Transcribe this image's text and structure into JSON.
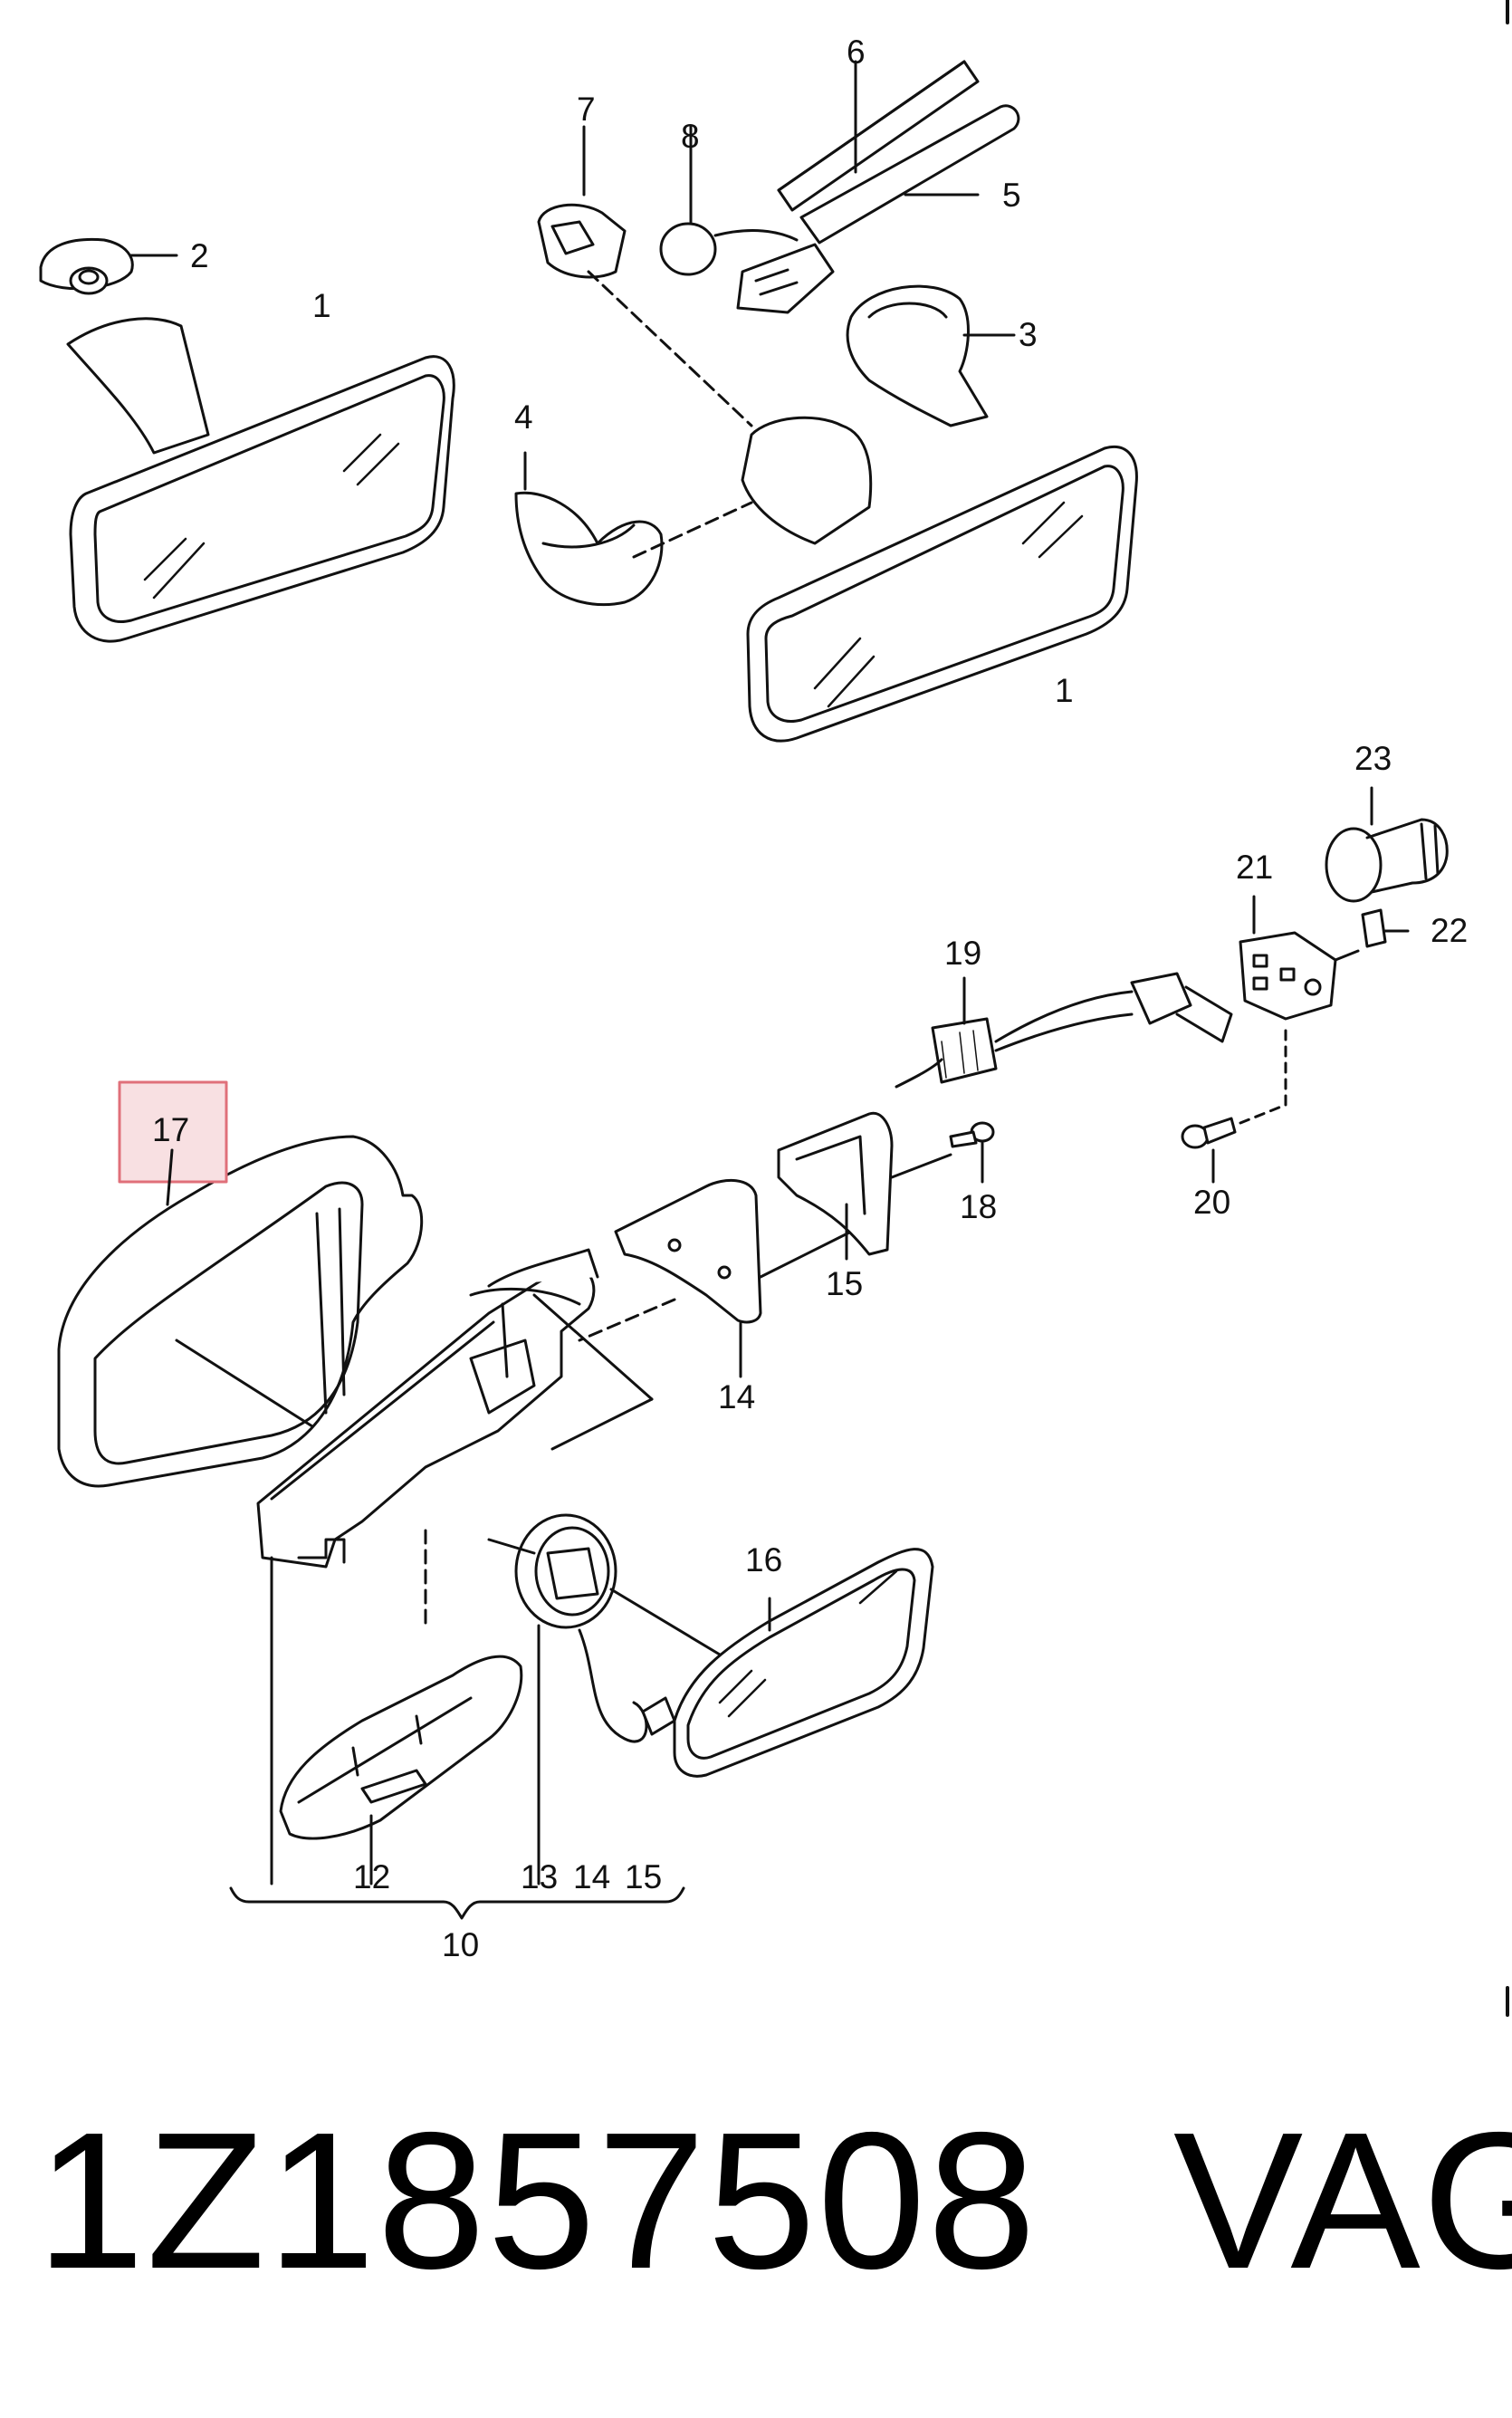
{
  "diagram": {
    "labels": {
      "l1a": "1",
      "l1b": "1",
      "l2": "2",
      "l3": "3",
      "l4": "4",
      "l5": "5",
      "l6": "6",
      "l7": "7",
      "l8": "8",
      "l10": "10",
      "l12": "12",
      "l13": "13",
      "l14": "14",
      "l14b": "14",
      "l15": "15",
      "l15b": "15",
      "l16": "16",
      "l17": "17",
      "l18": "18",
      "l19": "19",
      "l20": "20",
      "l21": "21",
      "l22": "22",
      "l23": "23"
    },
    "highlight_color": "#e0707a",
    "highlight_fill": "#f8e0e2",
    "line_color": "#111111"
  },
  "caption": {
    "part_number": "1Z1857508",
    "brand": "VAG"
  }
}
